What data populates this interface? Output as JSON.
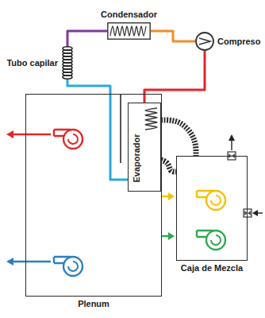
{
  "diagram": {
    "nodes": [
      {
        "text": [
          "Condensador"
        ]
      },
      {
        "text": [
          "Compreso"
        ]
      },
      {
        "text": [
          "Tubo capilar"
        ]
      },
      {
        "text": [
          "Plenum"
        ]
      },
      {
        "text": [
          "Evaporador"
        ],
        "in": 3
      },
      {
        "text": [
          "Caja de Mezcla"
        ]
      }
    ],
    "edges": [
      {
        "from": 1,
        "to": 0,
        "arrow": "none"
      },
      {
        "from": 0,
        "to": 2,
        "arrow": "none"
      },
      {
        "from": 2,
        "to": 4,
        "arrow": "none"
      },
      {
        "from": 4,
        "to": 1,
        "arrow": "none"
      },
      {
        "from": 4,
        "to": 5,
        "arrow": "none"
      },
      {
        "from": 4,
        "to": 5,
        "arrow": "none"
      }
    ]
  }
}
